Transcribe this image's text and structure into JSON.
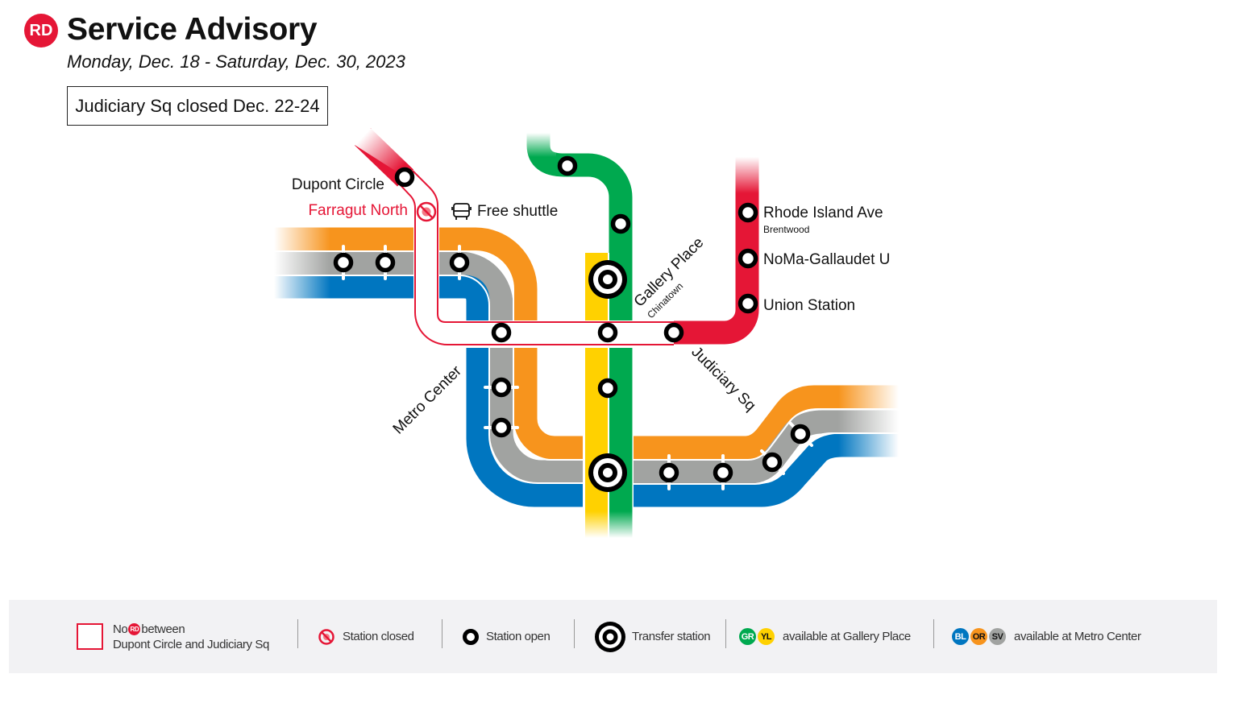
{
  "header": {
    "line_badge": "RD",
    "title": "Service Advisory",
    "subtitle": "Monday, Dec. 18 - Saturday, Dec. 30, 2023",
    "notice": "Judiciary Sq closed Dec. 22-24"
  },
  "colors": {
    "red": "#e51636",
    "orange": "#f7941d",
    "silver": "#a1a3a1",
    "blue": "#0076c0",
    "green": "#00a94f",
    "yellow": "#ffd100"
  },
  "map": {
    "stations": {
      "dupont": "Dupont Circle",
      "farragut": "Farragut North",
      "gallery": "Gallery Place",
      "gallery_sub": "Chinatown",
      "metro_center": "Metro Center",
      "judiciary": "Judiciary Sq",
      "rhode_island": "Rhode Island Ave",
      "rhode_island_sub": "Brentwood",
      "noma": "NoMa-Gallaudet U",
      "union": "Union Station"
    },
    "shuttle_label": "Free shuttle",
    "shuttle_icon": "bus-icon"
  },
  "legend": {
    "no_service_pre": "No",
    "no_service_badge": "RD",
    "no_service_post": "between",
    "no_service_line2": "Dupont Circle and Judiciary Sq",
    "closed": "Station closed",
    "open": "Station open",
    "transfer": "Transfer station",
    "gallery_badges": [
      "GR",
      "YL"
    ],
    "gallery_text": "available at Gallery Place",
    "metro_badges": [
      "BL",
      "OR",
      "SV"
    ],
    "metro_text": "available at Metro Center"
  }
}
